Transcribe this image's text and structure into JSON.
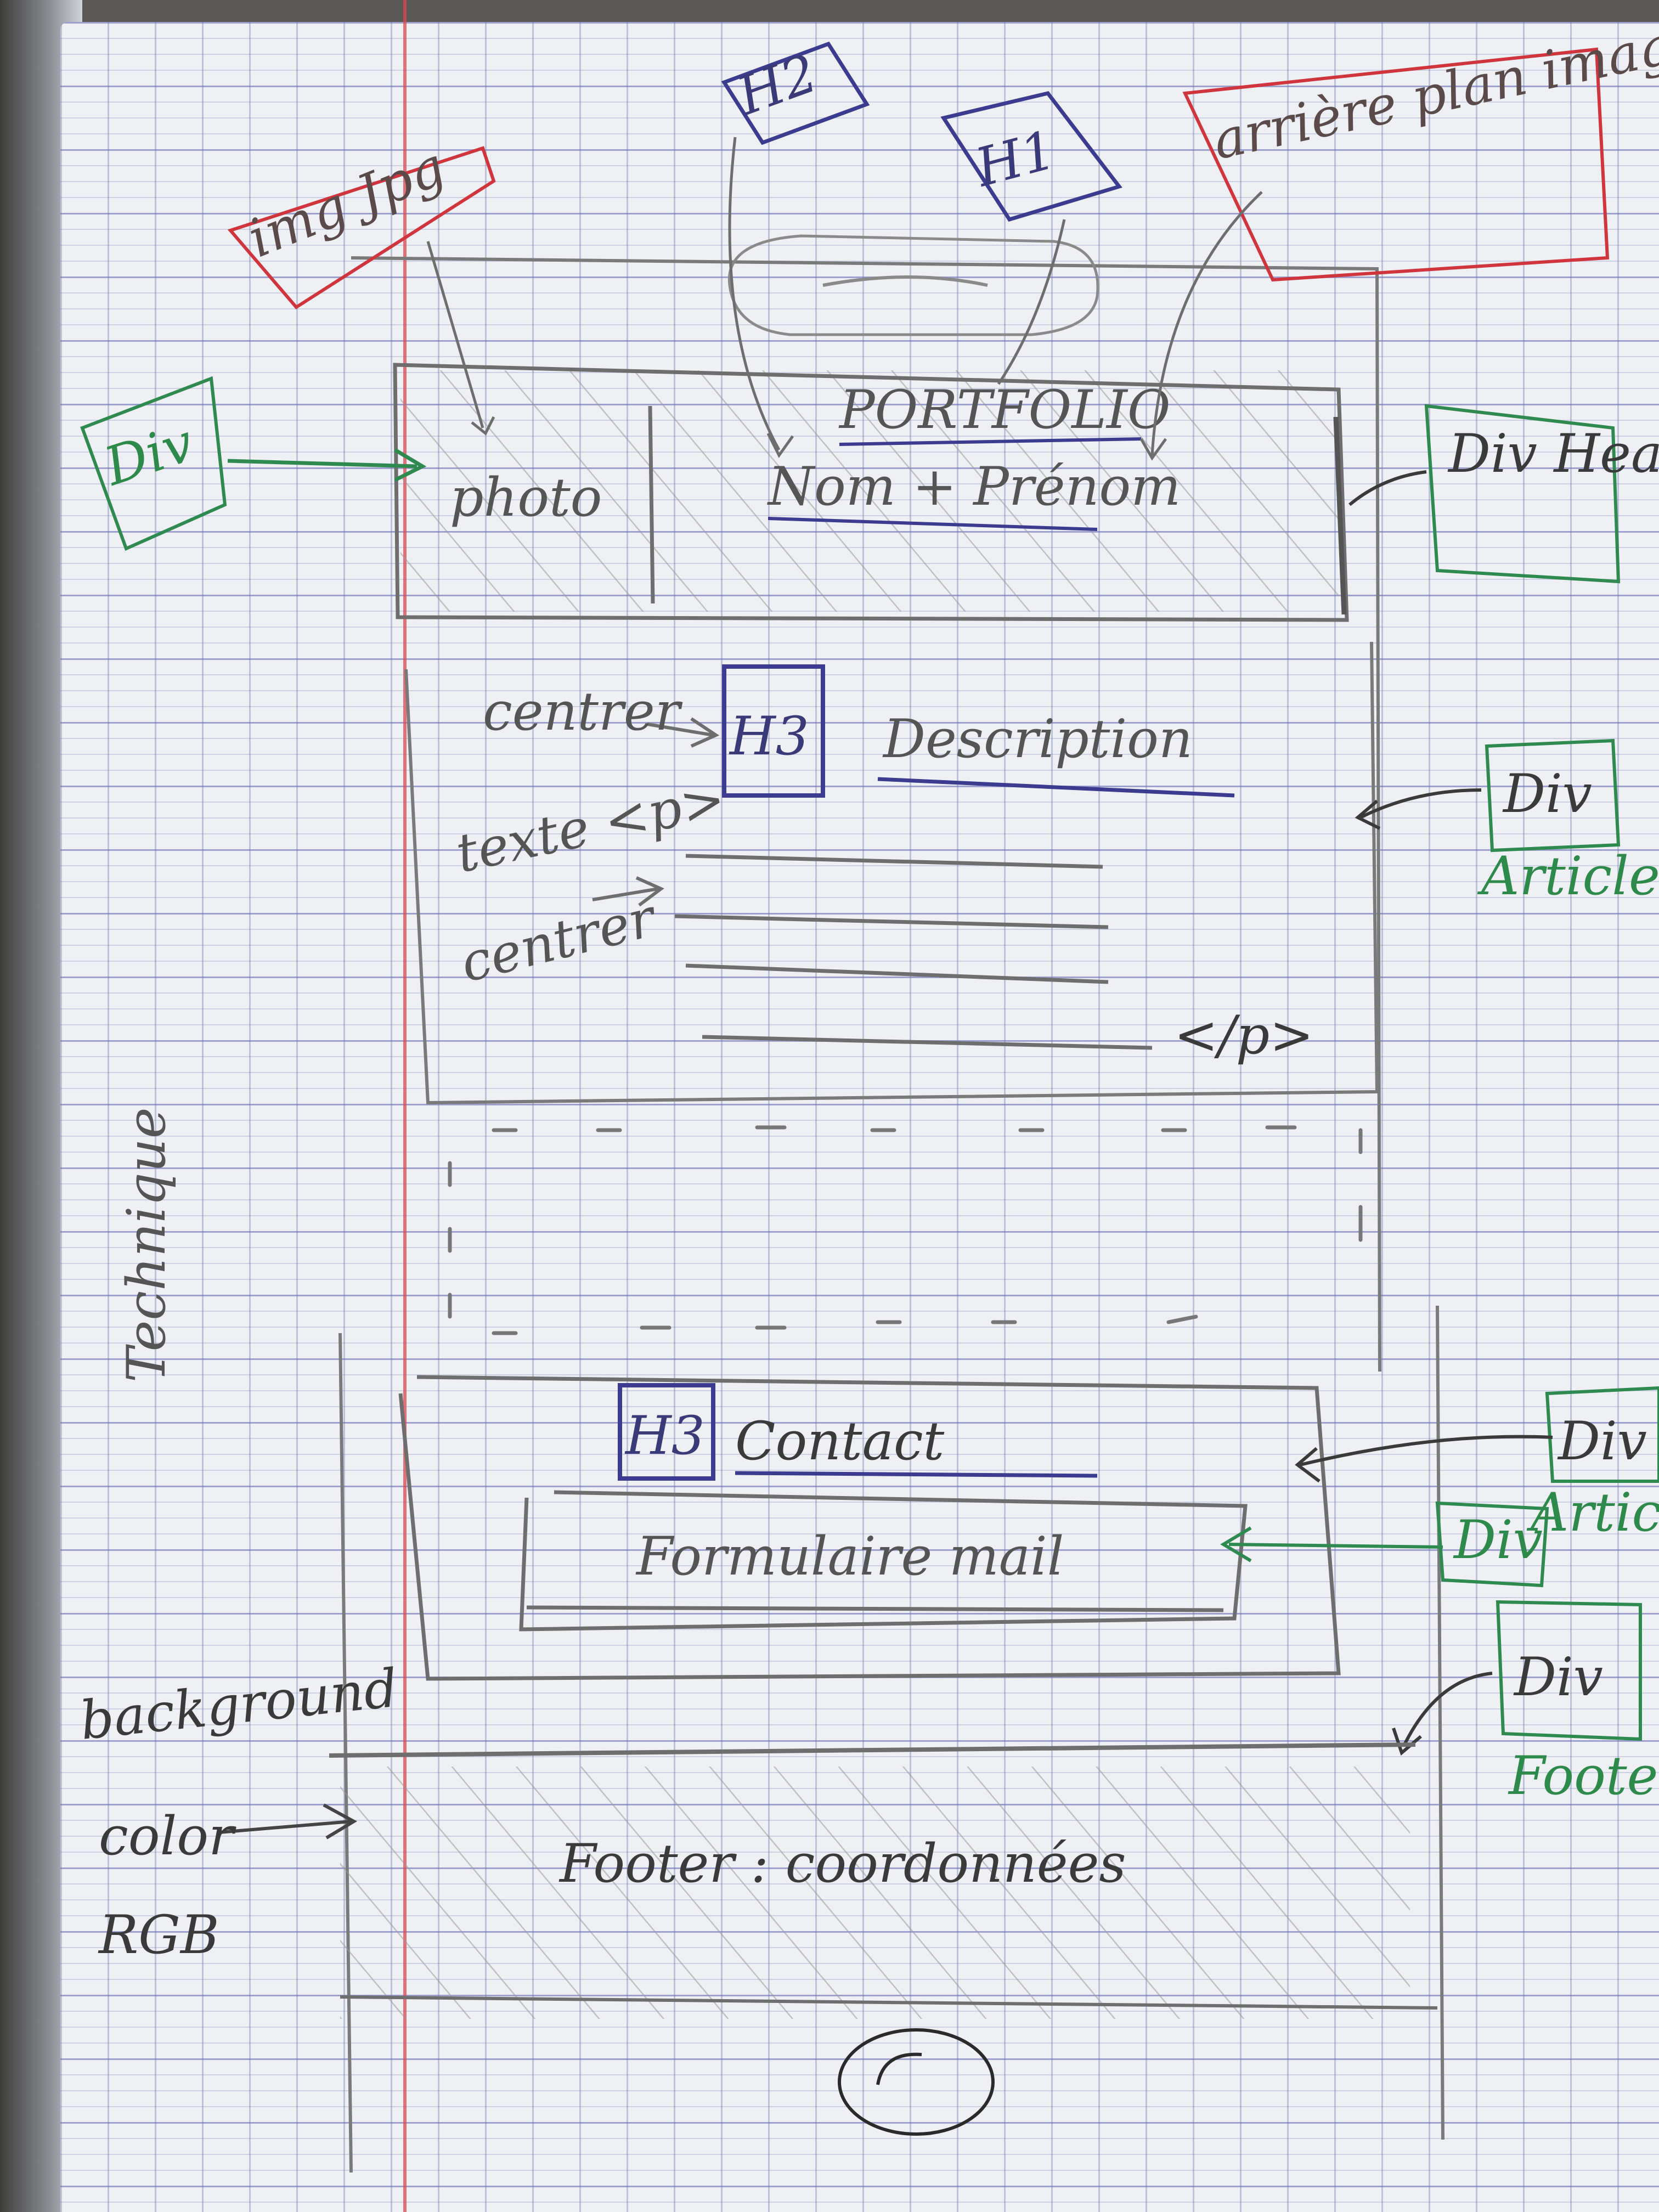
{
  "labels": {
    "img_jpg": "img Jpg",
    "h2": "H2",
    "h1": "H1",
    "bg_image": "arrière plan image",
    "div_left": "Div",
    "photo": "photo",
    "portfolio": "PORTFOLIO",
    "nom_prenom": "Nom + Prénom",
    "div_header": "Div Header",
    "centrer": "centrer",
    "h3_desc": "H3",
    "description": "Description",
    "div_article_1": "Div",
    "article_1": "Article",
    "texte": "texte <p>",
    "centrer_2": "centrer",
    "p_close": "</p>",
    "technique": "Technique",
    "h3_contact": "H3",
    "contact": "Contact",
    "div_article_2": "Div",
    "article_2": "Article",
    "formulaire": "Formulaire mail",
    "div_form": "Div",
    "div_footer": "Div",
    "footer_word": "Footer",
    "background": "background",
    "color": "color",
    "rgb": "RGB",
    "footer": "Footer : coordonnées"
  },
  "colors": {
    "pencil": "#6e6e6e",
    "blue_ink": "#3b3b8f",
    "green_ink": "#2f8a50",
    "red_ink": "#d0343d",
    "dark_ink": "#333333"
  }
}
